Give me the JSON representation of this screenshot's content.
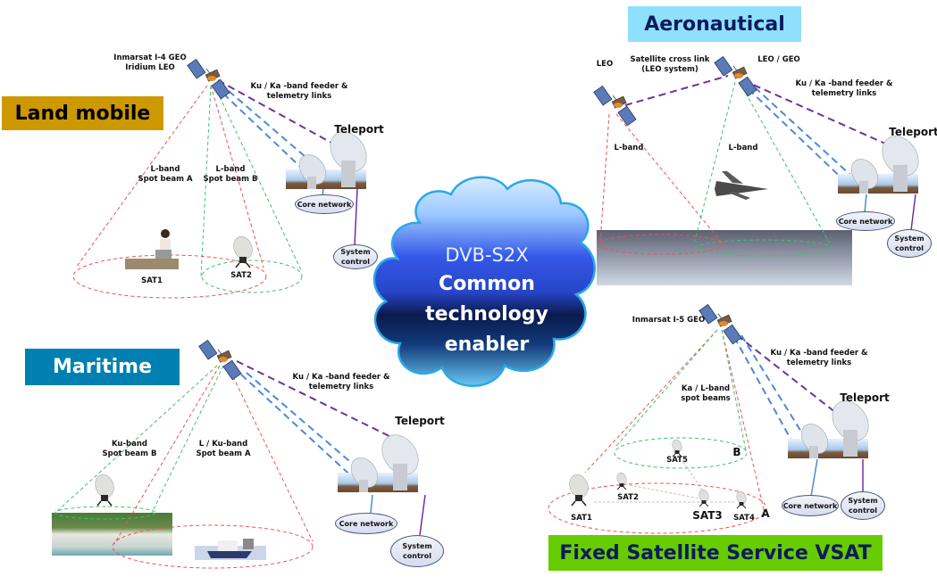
{
  "center": {
    "line1": "DVB-S2X",
    "line2": "Common",
    "line3": "technology",
    "line4": "enabler"
  },
  "panels": {
    "land_mobile": {
      "title": "Land mobile",
      "title_bg": "#cc9900",
      "title_color": "#000000",
      "satellite_label_1": "Inmarsat I-4 GEO",
      "satellite_label_2": "Iridium LEO",
      "feeder_label_1": "Ku / Ka -band feeder &",
      "feeder_label_2": "telemetry links",
      "beam_a_1": "L-band",
      "beam_a_2": "Spot beam A",
      "beam_b_1": "L-band",
      "beam_b_2": "Spot beam B",
      "terminals": [
        "SAT1",
        "SAT2"
      ],
      "teleport": "Teleport",
      "core_network": "Core network",
      "system_control_1": "System",
      "system_control_2": "control"
    },
    "aeronautical": {
      "title": "Aeronautical",
      "title_bg": "#8fe0ff",
      "title_color": "#0d1a5c",
      "leo_label": "LEO",
      "crosslink_1": "Satellite cross link",
      "crosslink_2": "(LEO system)",
      "leo_geo_label": "LEO / GEO",
      "feeder_label_1": "Ku / Ka -band feeder &",
      "feeder_label_2": "telemetry links",
      "beam_left": "L-band",
      "beam_right": "L-band",
      "teleport": "Teleport",
      "core_network": "Core network",
      "system_control_1": "System",
      "system_control_2": "control"
    },
    "maritime": {
      "title": "Maritime",
      "title_bg": "#0080b0",
      "title_color": "#ffffff",
      "feeder_label_1": "Ku / Ka -band feeder &",
      "feeder_label_2": "telemetry links",
      "beam_b_1": "Ku-band",
      "beam_b_2": "Spot beam B",
      "beam_a_1": "L / Ku-band",
      "beam_a_2": "Spot beam A",
      "teleport": "Teleport",
      "core_network": "Core network",
      "system_control_1": "System",
      "system_control_2": "control"
    },
    "fss_vsat": {
      "title": "Fixed Satellite Service VSAT",
      "title_bg": "#66cc00",
      "title_color": "#0d1a5c",
      "satellite_label": "Inmarsat I-5 GEO",
      "feeder_label_1": "Ku / Ka -band feeder &",
      "feeder_label_2": "telemetry links",
      "beam_1": "Ka / L-band",
      "beam_2": "spot beams",
      "zone_a": "A",
      "zone_b": "B",
      "terminals": [
        "SAT1",
        "SAT2",
        "SAT3",
        "SAT4",
        "SAT5"
      ],
      "teleport": "Teleport",
      "core_network": "Core network",
      "system_control_1": "System",
      "system_control_2": "control"
    }
  },
  "colors": {
    "beam_red": "#f05050",
    "beam_green": "#40c070",
    "feeder_blue": "#4a8ad8",
    "telemetry_purple": "#7030a0",
    "cloud_top": "#c8e4ff",
    "cloud_mid": "#2a50e0",
    "cloud_dark": "#0a1a50",
    "cloud_bottom": "#40b0f0"
  }
}
